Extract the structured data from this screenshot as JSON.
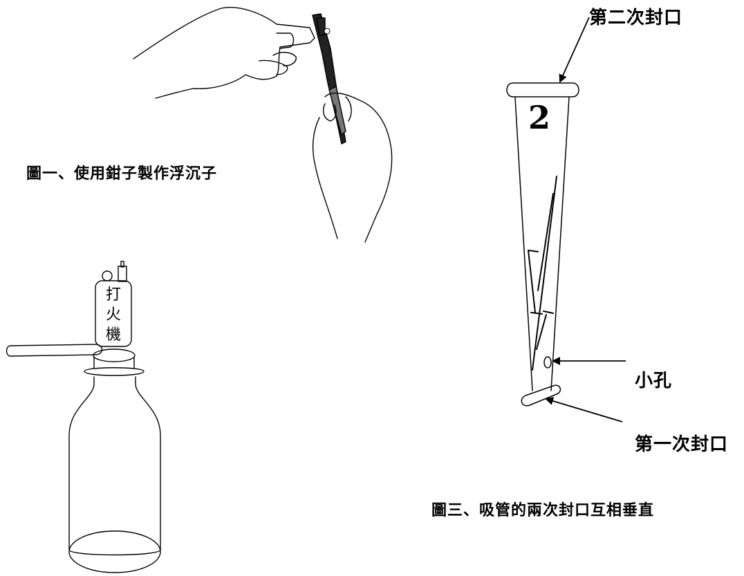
{
  "figure1": {
    "caption": "圖一、使用鉗子製作浮沉子"
  },
  "figure2": {
    "lighter_label": [
      "打",
      "火",
      "機"
    ]
  },
  "figure3": {
    "caption": "圖三、吸管的兩次封口互相垂直",
    "number_mark": "2",
    "labels": {
      "second_seal": "第二次封口",
      "small_hole": "小孔",
      "first_seal": "第一次封口"
    }
  }
}
